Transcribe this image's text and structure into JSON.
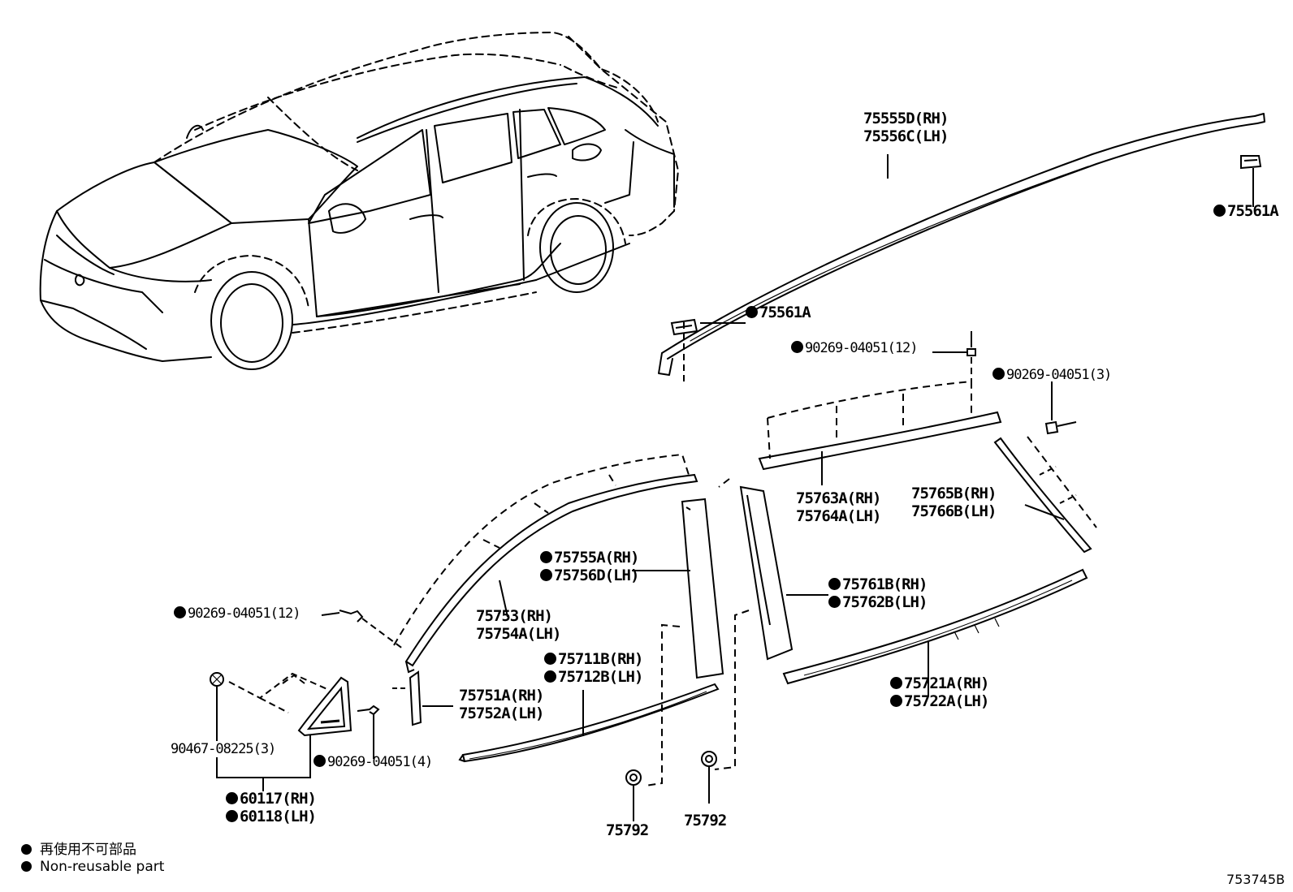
{
  "labels": {
    "roof_molding": {
      "line1": "75555D(RH)",
      "line2": "75556C(LH)"
    },
    "roof_clip_rear": "75561A",
    "roof_clip_front": "75561A",
    "clip_upper_mid": "90269-04051(12)",
    "clip_upper_right": "90269-04051(3)",
    "rear_upper_molding": {
      "line1": "75763A(RH)",
      "line2": "75764A(LH)"
    },
    "rear_quarter_molding": {
      "line1": "75765B(RH)",
      "line2": "75766B(LH)"
    },
    "front_pillar_garnish": {
      "line1": "75755A(RH)",
      "line2": "75756D(LH)"
    },
    "front_upper_molding": {
      "line1": "75753(RH)",
      "line2": "75754A(LH)"
    },
    "center_pillar_garnish": {
      "line1": "75761B(RH)",
      "line2": "75762B(LH)"
    },
    "clip_left": "90269-04051(12)",
    "front_belt_molding": {
      "line1": "75711B(RH)",
      "line2": "75712B(LH)"
    },
    "small_garnish": {
      "line1": "75751A(RH)",
      "line2": "75752A(LH)"
    },
    "rear_belt_molding": {
      "line1": "75721A(RH)",
      "line2": "75722A(LH)"
    },
    "bolt": "90467-08225(3)",
    "clip_small": "90269-04051(4)",
    "corner_cover": {
      "line1": "60117(RH)",
      "line2": "60118(LH)"
    },
    "nut_1": "75792",
    "nut_2": "75792"
  },
  "legend": [
    {
      "text": "再使用不可部品"
    },
    {
      "text": "Non-reusable part"
    }
  ],
  "reference": "753745B"
}
